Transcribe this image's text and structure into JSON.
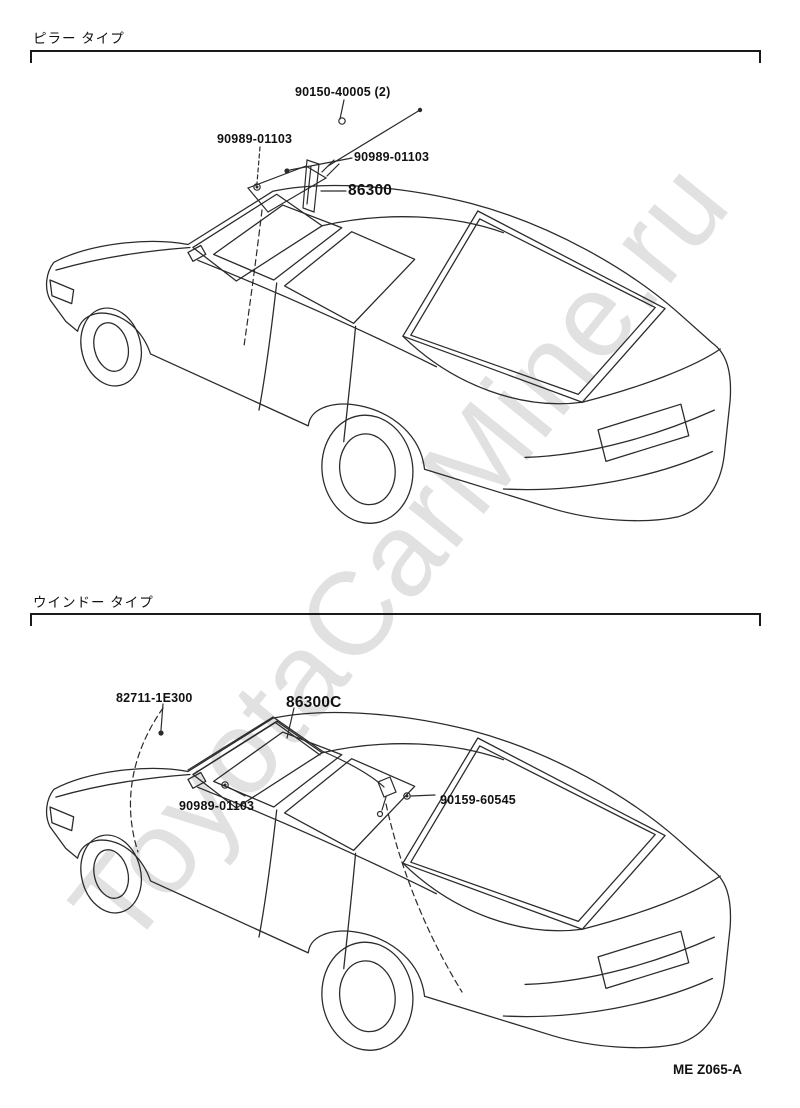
{
  "page": {
    "watermark": "ToyotaCarMine.ru",
    "footer_code": "ME Z065-A",
    "line_color": "#2b2b2b"
  },
  "sections": [
    {
      "id": "pillar-type",
      "title": "ピラー タイプ",
      "labels": {
        "part1": "90150-40005 (2)",
        "part2": "90989-01103",
        "part3": "90989-01103",
        "part4": "86300"
      }
    },
    {
      "id": "window-type",
      "title": "ウインドー タイプ",
      "labels": {
        "part1": "82711-1E300",
        "part2": "86300C",
        "part3": "90989-01103",
        "part4": "90159-60545"
      }
    }
  ],
  "icons": {
    "screw-icon": "small circle fastener",
    "antenna-rod-icon": "diagonal antenna mast line",
    "leader-line": "thin callout line"
  }
}
